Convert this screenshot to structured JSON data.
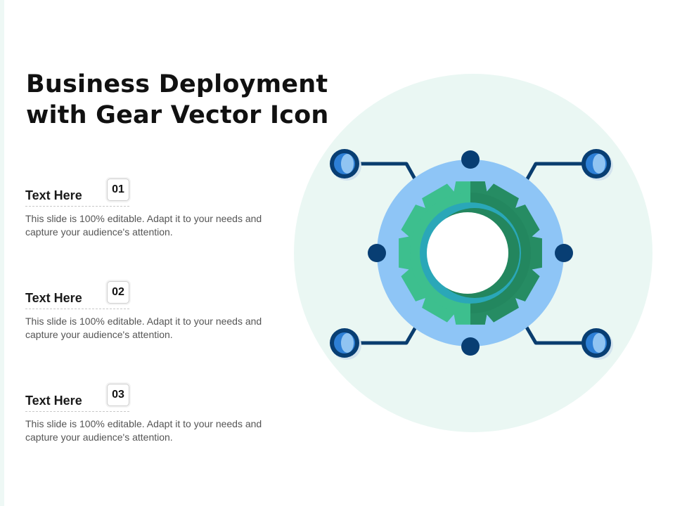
{
  "slide": {
    "title_line1": "Business Deployment",
    "title_line2": "with Gear Vector Icon",
    "items": [
      {
        "heading": "Text Here",
        "number": "01",
        "description": "This slide is 100% editable. Adapt it to your needs and capture your audience's attention."
      },
      {
        "heading": "Text Here",
        "number": "02",
        "description": "This slide is 100% editable. Adapt it to your needs and capture your audience's attention."
      },
      {
        "heading": "Text Here",
        "number": "03",
        "description": "This slide is 100% editable. Adapt it to your needs and capture your audience's attention."
      }
    ]
  },
  "icon": {
    "name": "gear-network-icon",
    "colors": {
      "background_circle": "#eaf7f3",
      "outer_ring": "#8ec5f6",
      "gear_light": "#3dbf8e",
      "gear_dark": "#23865e",
      "inner_ring": "#2aa7b8",
      "node_dark": "#083e73",
      "node_mid": "#2d7fd6",
      "node_light": "#90c4f2",
      "connector": "#0a3d6e"
    }
  }
}
